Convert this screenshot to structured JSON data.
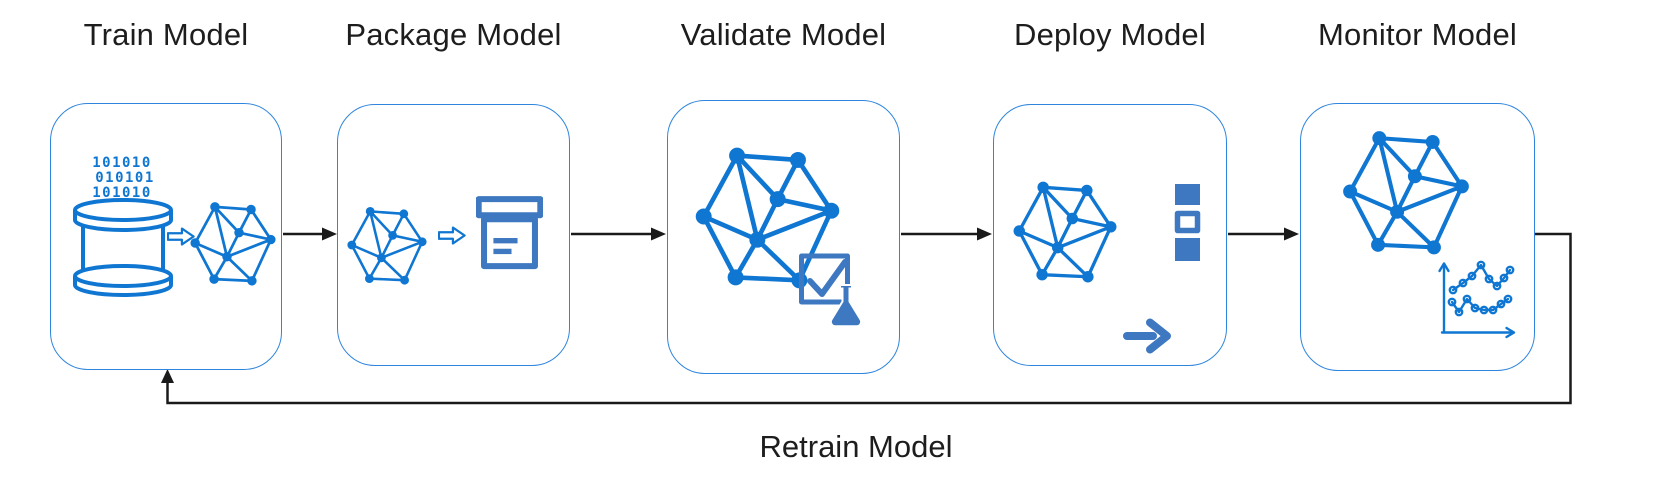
{
  "colors": {
    "primary_blue": "#0f76d2",
    "steel_blue": "#3e78c1",
    "box_border": "#2f85dd",
    "connector_black": "#1a1a1a",
    "text": "#1d1d1d",
    "background": "#ffffff"
  },
  "pipeline": {
    "stages": [
      {
        "id": "train",
        "label": "Train Model",
        "icons": [
          "database-icon",
          "transform-arrow-icon",
          "model-network-icon"
        ],
        "data_bits": [
          "101010",
          "010101",
          "101010"
        ]
      },
      {
        "id": "package",
        "label": "Package Model",
        "icons": [
          "model-network-icon",
          "transform-arrow-icon",
          "package-box-icon"
        ]
      },
      {
        "id": "validate",
        "label": "Validate Model",
        "icons": [
          "model-network-icon",
          "checkmark-box-icon",
          "flask-icon"
        ]
      },
      {
        "id": "deploy",
        "label": "Deploy Model",
        "icons": [
          "model-network-icon",
          "arrow-right-icon",
          "deployment-stack-icon"
        ]
      },
      {
        "id": "monitor",
        "label": "Monitor Model",
        "icons": [
          "model-network-icon",
          "line-chart-icon"
        ]
      }
    ],
    "connections": [
      {
        "from": "train",
        "to": "package"
      },
      {
        "from": "package",
        "to": "validate"
      },
      {
        "from": "validate",
        "to": "deploy"
      },
      {
        "from": "deploy",
        "to": "monitor"
      },
      {
        "from": "monitor",
        "to": "train",
        "label": "Retrain Model"
      }
    ],
    "feedback_label": "Retrain Model"
  }
}
